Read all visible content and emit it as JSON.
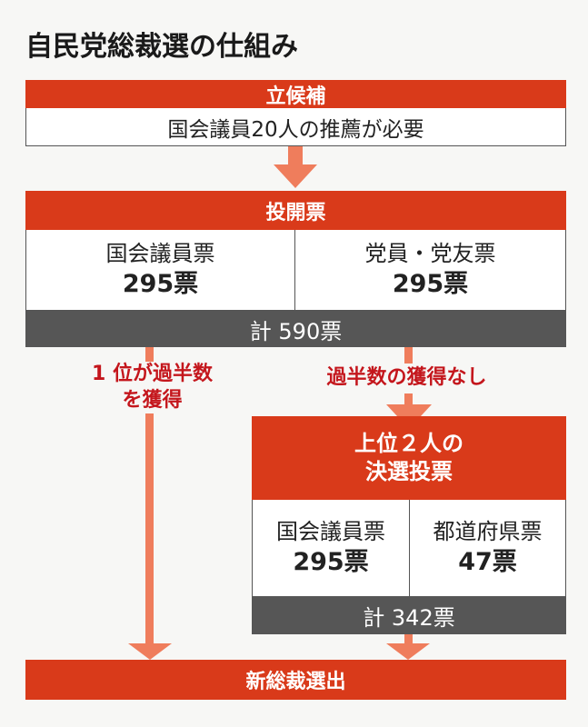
{
  "title": "自民党総裁選の仕組み",
  "candidacy": {
    "header": "立候補",
    "requirement": "国会議員20人の推薦が必要"
  },
  "first_round": {
    "header": "投開票",
    "cells": [
      {
        "label": "国会議員票",
        "votes": "295票"
      },
      {
        "label": "党員・党友票",
        "votes": "295票"
      }
    ],
    "total": "計 590票"
  },
  "majority_path": {
    "line1": "1 位が過半数",
    "line2": "を獲得"
  },
  "no_majority_path": {
    "label": "過半数の獲得なし"
  },
  "runoff": {
    "header_line1": "上位２人の",
    "header_line2": "決選投票",
    "cells": [
      {
        "label": "国会議員票",
        "votes": "295票"
      },
      {
        "label": "都道府県票",
        "votes": "47票"
      }
    ],
    "total": "計 342票"
  },
  "result": {
    "label": "新総裁選出"
  },
  "colors": {
    "header_red": "#d93a1a",
    "arrow": "#ef7d5c",
    "total_bar": "#565656",
    "note_red": "#c4161c"
  }
}
